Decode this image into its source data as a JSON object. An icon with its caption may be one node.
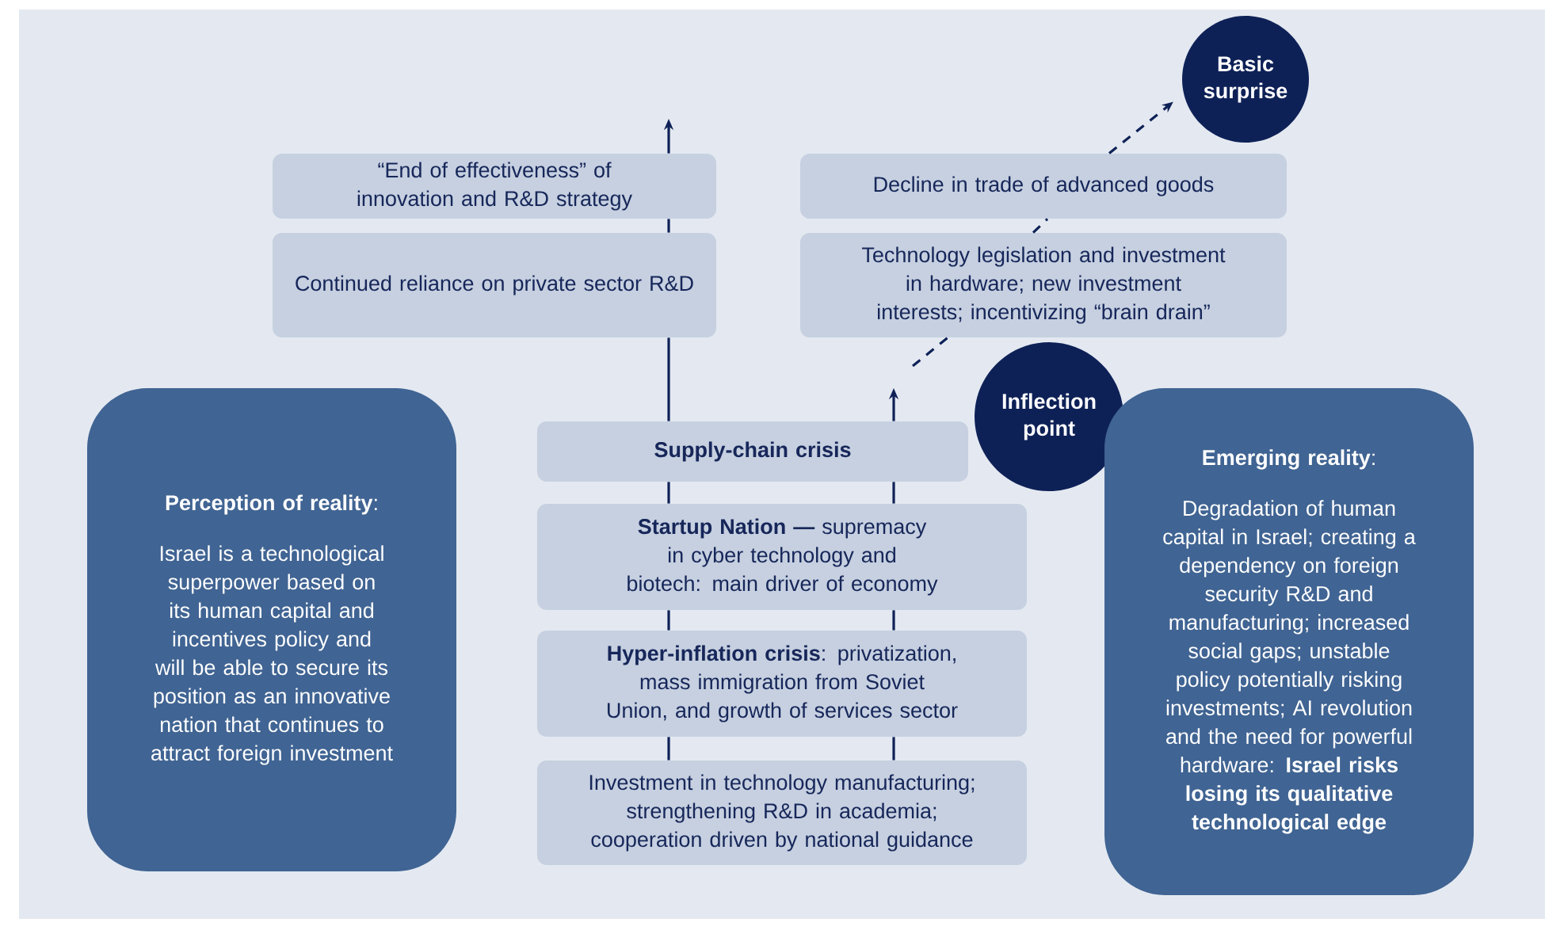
{
  "diagram": {
    "nodes": [
      {
        "text": [
          "“End of effectiveness” of innovation and R&D strategy"
        ]
      },
      {
        "text": [
          "Decline in trade of advanced goods"
        ]
      },
      {
        "text": [
          "Basic surprise"
        ]
      },
      {
        "text": [
          "Continued reliance on private sector R&D"
        ]
      },
      {
        "text": [
          "Technology legislation and investment in hardware; new investment interests; incentivizing “brain drain”"
        ]
      },
      {
        "text": [
          "**Perception of reality**:",
          "Israel is a technological superpower based on its human capital and incentives policy and will be able to secure its position as an innovative nation that continues to attract foreign investment"
        ]
      },
      {
        "text": [
          "Supply-chain crisis"
        ]
      },
      {
        "text": [
          "Inflection point"
        ]
      },
      {
        "text": [
          "**Emerging reality**:",
          "Degradation of human capital in Israel; creating a dependency on foreign security R&D and manufacturing; increased social gaps; unstable policy potentially risking investments; AI revolution and the need for powerful hardware: **Israel risks losing its qualitative technological edge**"
        ]
      },
      {
        "text": [
          "**Startup Nation —** supremacy in cyber technology and biotech: main driver of economy"
        ]
      },
      {
        "text": [
          "**Hyper-inflation crisis**: privatization, mass immigration from Soviet Union, and growth of services sector"
        ]
      },
      {
        "text": [
          "Investment in technology manufacturing; strengthening R&D in academia; cooperation driven by national guidance"
        ]
      }
    ],
    "edges": [
      {
        "from": 11,
        "to": 10,
        "arrow": "none"
      },
      {
        "from": 10,
        "to": 9,
        "arrow": "none"
      },
      {
        "from": 9,
        "to": 6,
        "arrow": "none"
      },
      {
        "from": 6,
        "to": 3,
        "arrow": "none"
      },
      {
        "from": 3,
        "to": 0,
        "arrow": "none"
      },
      {
        "from": 0,
        "to": null,
        "arrow": "to"
      },
      {
        "from": 11,
        "to": 10,
        "arrow": "none"
      },
      {
        "from": 10,
        "to": 9,
        "arrow": "none"
      },
      {
        "from": 9,
        "to": 6,
        "arrow": "none"
      },
      {
        "from": 6,
        "to": null,
        "arrow": "to"
      },
      {
        "from": null,
        "to": 4,
        "arrow": "none",
        "style": "dashed"
      },
      {
        "from": 4,
        "to": 1,
        "arrow": "none",
        "style": "dashed"
      },
      {
        "from": 1,
        "to": 2,
        "arrow": "to",
        "style": "dashed"
      }
    ]
  }
}
